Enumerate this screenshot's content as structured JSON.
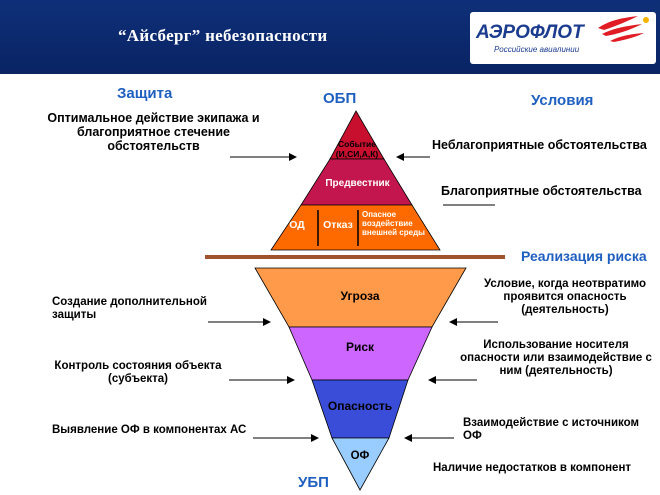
{
  "header": {
    "title": "“Айсберг” небезопасности",
    "logo_name": "АЭРОФЛОТ",
    "logo_sub": "Российские авиалинии"
  },
  "labels": {
    "zashchita": "Защита",
    "obp": "ОБП",
    "usloviya": "Условия",
    "realizatsiya": "Реализация риска",
    "ubp": "УБП"
  },
  "top_pyramid": {
    "event": "Событие (И,СИ,А,К)",
    "predvestnik": "Предвестник",
    "od": "ОД",
    "otkaz": "Отказ",
    "vozdeystvie": "Опасное воздействие внешней среды"
  },
  "bottom_pyramid": {
    "ugroza": "Угроза",
    "risk": "Риск",
    "opasnost": "Опасность",
    "of": "ОФ"
  },
  "left_notes": {
    "optimal": "Оптимальное действие экипажа и благоприятное стечение обстоятельств",
    "sozdanie": "Создание дополнительной защиты",
    "kontrol": "Контроль состояния объекта (субъекта)",
    "vyyavlenie": "Выявление ОФ в компонентах АС"
  },
  "right_notes": {
    "neblag": "Неблагоприятные обстоятельства",
    "blag": "Благоприятные обстоятельства",
    "uslovie": "Условие, когда неотвратимо проявится опасность (деятельность)",
    "ispolzovanie": "Использование носителя опасности или взаимодействие с ним (деятельность)",
    "vzaimodeystvie": "Взаимодействие с источником ОФ",
    "nalichie": "Наличие недостатков в компонент"
  },
  "colors": {
    "header_bg": "#0e2f78",
    "accent_blue": "#1f5fc0",
    "event_red": "#c8102e",
    "predvestnik": "#c4164e",
    "orange": "#ff6a00",
    "divider": "#a0522d",
    "ugroza": "#ff9a4a",
    "risk": "#cc66ff",
    "opasnost": "#3a4dd8",
    "of": "#99ccff"
  }
}
